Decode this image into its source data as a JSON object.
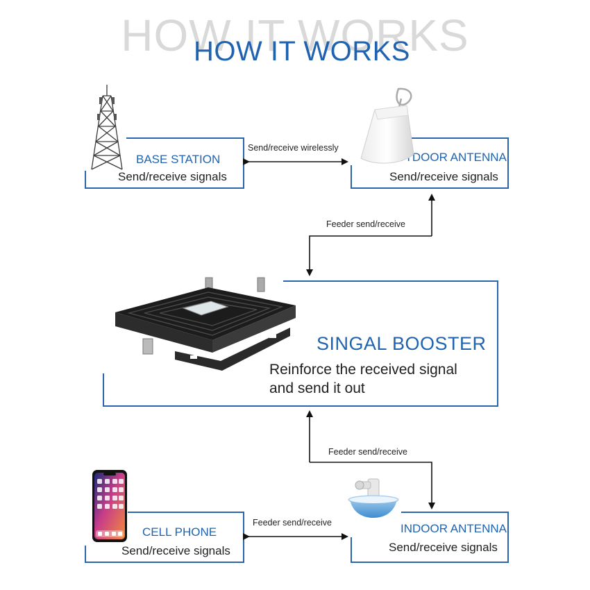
{
  "header": {
    "ghost_title": "HOW IT WORKS",
    "title": "HOW IT WORKS"
  },
  "nodes": {
    "base_station": {
      "title": "BASE STATION",
      "subtitle": "Send/receive signals"
    },
    "outdoor_antenna": {
      "title": "OUTDOOR ANTENNA",
      "subtitle": "Send/receive signals"
    },
    "signal_booster": {
      "title": "SINGAL BOOSTER",
      "subtitle_line1": "Reinforce the received signal",
      "subtitle_line2": "and send it out"
    },
    "cell_phone": {
      "title": "CELL PHONE",
      "subtitle": "Send/receive signals"
    },
    "indoor_antenna": {
      "title": "INDOOR ANTENNA",
      "subtitle": "Send/receive signals"
    }
  },
  "edges": {
    "base_outdoor": "Send/receive wirelessly",
    "outdoor_booster": "Feeder send/receive",
    "booster_indoor": "Feeder send/receive",
    "phone_indoor": "Feeder send/receive"
  },
  "colors": {
    "accent": "#1f63b0",
    "box_border": "#2a64ad",
    "ghost": "#d9d9d9",
    "arrow": "#111111"
  }
}
